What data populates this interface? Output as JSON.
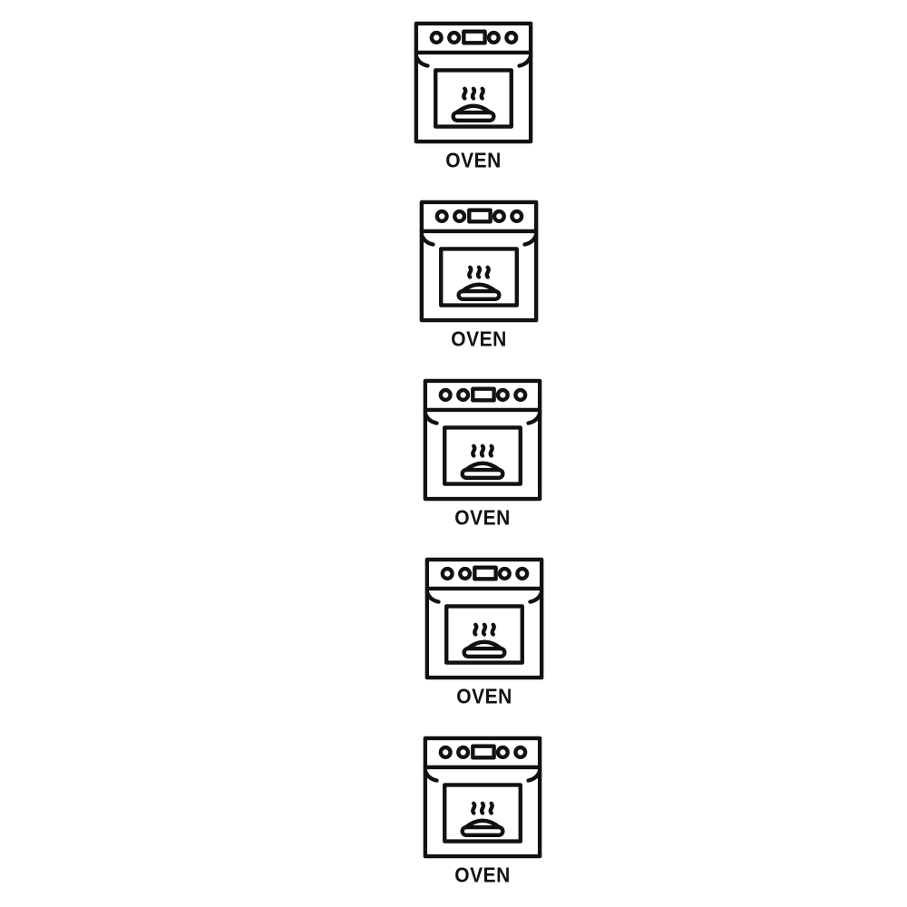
{
  "icon": {
    "name": "oven-icon",
    "stroke_color": "#111111",
    "background": "#ffffff"
  },
  "items": [
    {
      "label": "OVEN"
    },
    {
      "label": "OVEN"
    },
    {
      "label": "OVEN"
    },
    {
      "label": "OVEN"
    },
    {
      "label": "OVEN"
    }
  ]
}
